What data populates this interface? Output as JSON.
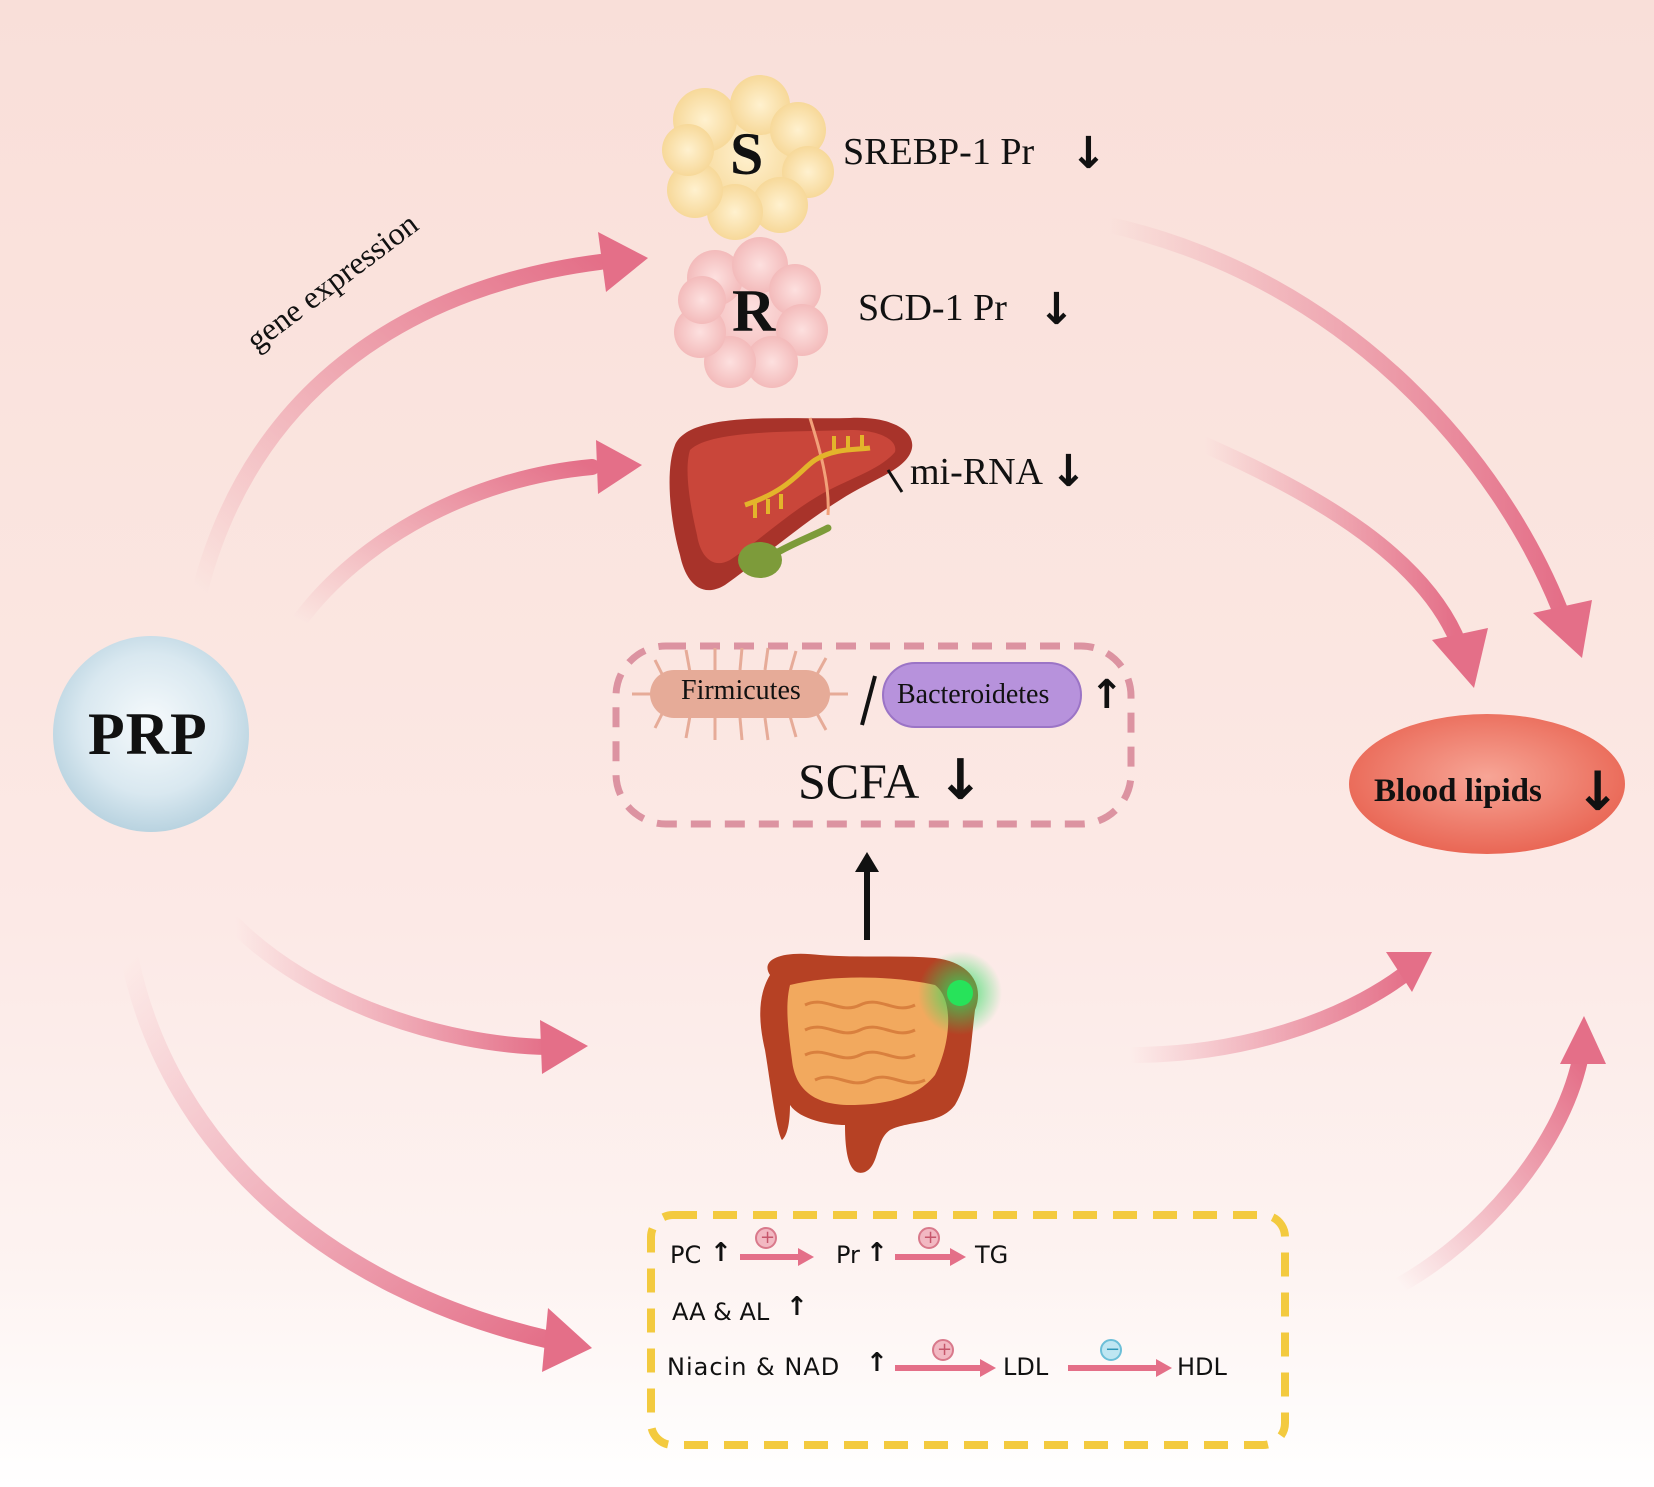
{
  "prp": {
    "label": "PRP"
  },
  "gene_expression": {
    "label": "gene expression"
  },
  "srebp": {
    "letter": "S",
    "label": "SREBP-1 Pr",
    "arrow": "↓"
  },
  "scd": {
    "letter": "R",
    "label": "SCD-1 Pr",
    "arrow": "↓"
  },
  "mirna": {
    "label": "mi-RNA",
    "arrow": "↓"
  },
  "microbiota": {
    "firmicutes": "Firmicutes",
    "slash": "/",
    "bacteroidetes": "Bacteroidetes",
    "ratio_arrow": "↑",
    "scfa": "SCFA",
    "scfa_arrow": "↓"
  },
  "gut_arrow": {
    "arrow": "↑"
  },
  "blood_lipids": {
    "label": "Blood lipids",
    "arrow": "↓"
  },
  "metabolites": {
    "row1": {
      "pc": "PC",
      "pc_arrow": "↑",
      "sign1": "+",
      "pr": "Pr",
      "pr_arrow": "↑",
      "sign2": "+",
      "tg": "TG"
    },
    "row2": {
      "aa_al": "AA & AL",
      "arrow": "↑"
    },
    "row3": {
      "niacin_nad": "Niacin & NAD",
      "arrow": "↑",
      "sign1": "+",
      "ldl": "LDL",
      "sign2": "−",
      "hdl": "HDL"
    }
  },
  "colors": {
    "arrow_pink": "#e46f88",
    "prp_fill": "#d7e7ef",
    "blood_lipids_fill": "#ef7d6c",
    "dashed_pink": "#dc93a1",
    "dashed_yellow": "#f3ca3f",
    "firmicutes_fill": "#e6ab98",
    "bacteroidetes_fill": "#b792dc",
    "scfa_glow": "#2bdc5e"
  }
}
